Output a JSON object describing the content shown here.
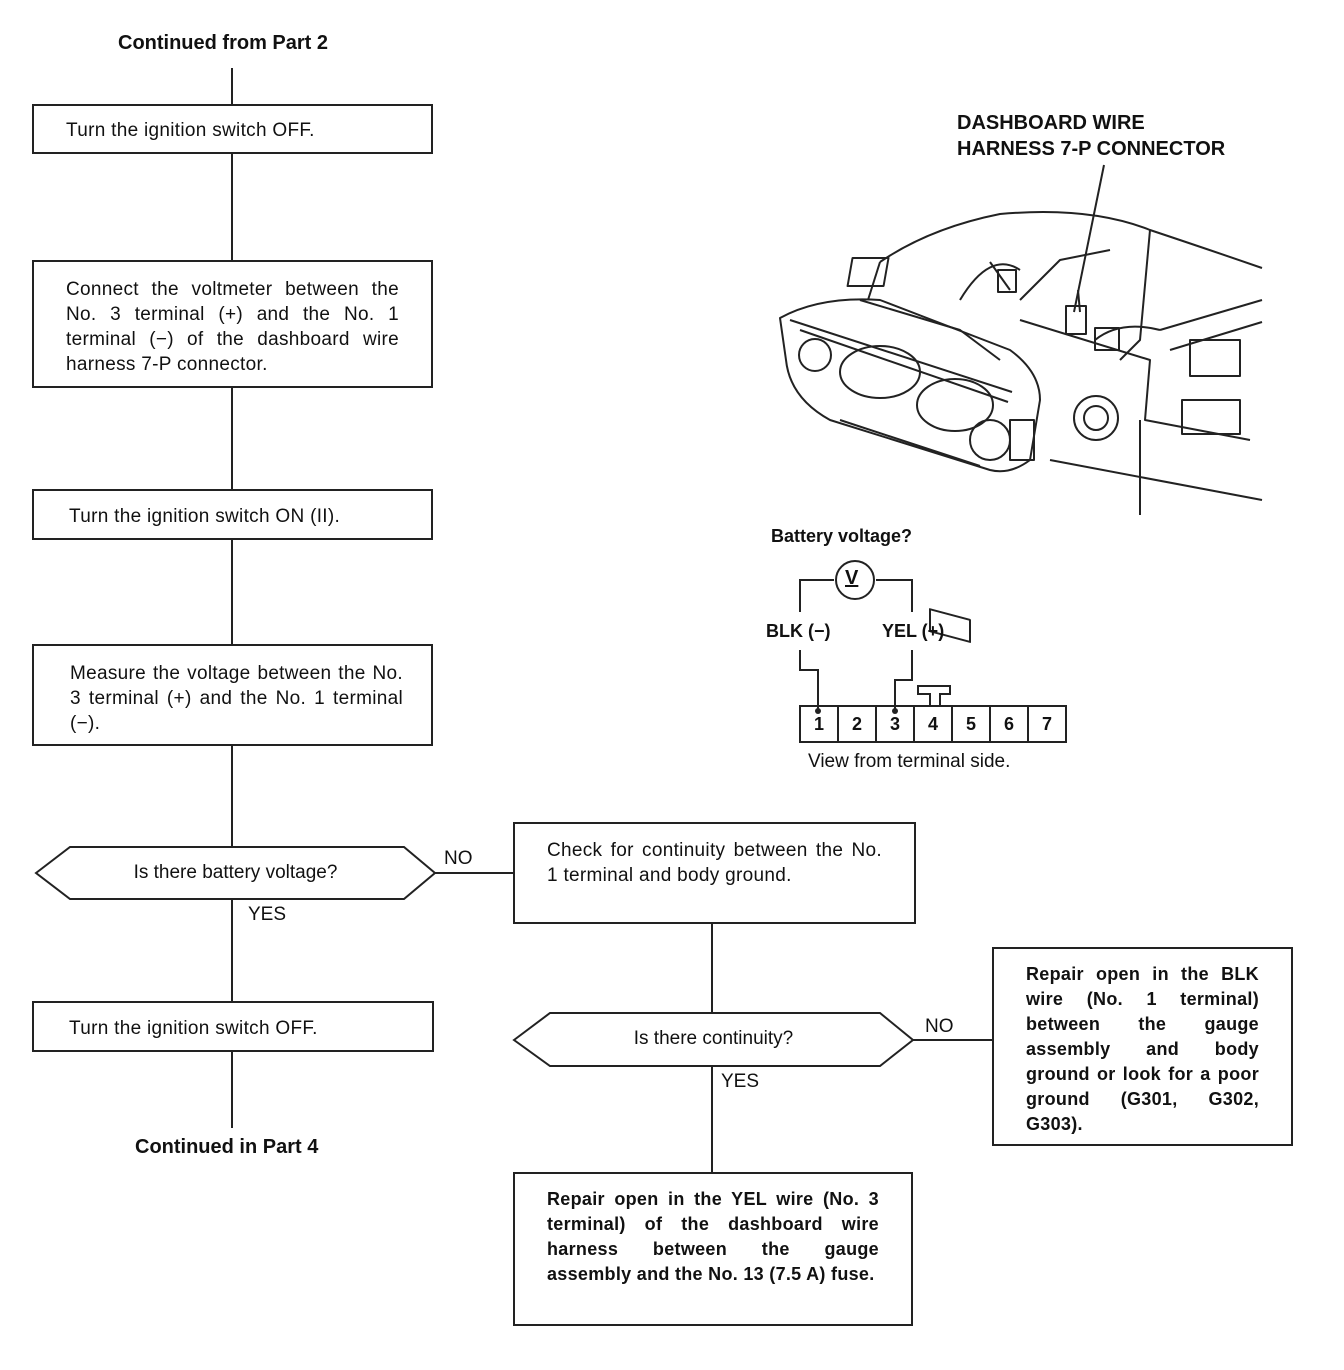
{
  "flow": {
    "continued_from": "Continued from Part 2",
    "step1": "Turn the ignition switch OFF.",
    "step2": "Connect the voltmeter between the No. 3 terminal (+) and the No. 1 terminal (−) of the dashboard wire harness 7-P connector.",
    "step3": "Turn the ignition switch ON (II).",
    "step4": "Measure the voltage between the No. 3 terminal (+) and the No. 1 terminal (−).",
    "decision1": "Is there battery voltage?",
    "decision1_no": "NO",
    "decision1_yes": "YES",
    "step5": "Turn the ignition switch OFF.",
    "continued_in": "Continued in Part 4",
    "check_continuity": "Check for continuity between the No. 1 terminal and body ground.",
    "decision2": "Is there continuity?",
    "decision2_no": "NO",
    "decision2_yes": "YES",
    "repair_blk": "Repair open in the BLK wire (No. 1 terminal) between the gauge assembly and body ground or look for a poor ground (G301, G302, G303).",
    "repair_yel": "Repair open in the YEL wire (No. 3 terminal) of the dashboard wire harness between the gauge assembly and the No. 13 (7.5 A) fuse."
  },
  "illustration": {
    "connector_label_line1": "DASHBOARD WIRE",
    "connector_label_line2": "HARNESS 7-P CONNECTOR"
  },
  "meter_diagram": {
    "question": "Battery voltage?",
    "meter_symbol": "V",
    "blk_label": "BLK (−)",
    "yel_label": "YEL (+)",
    "pins": [
      "1",
      "2",
      "3",
      "4",
      "5",
      "6",
      "7"
    ],
    "caption": "View from terminal side."
  }
}
